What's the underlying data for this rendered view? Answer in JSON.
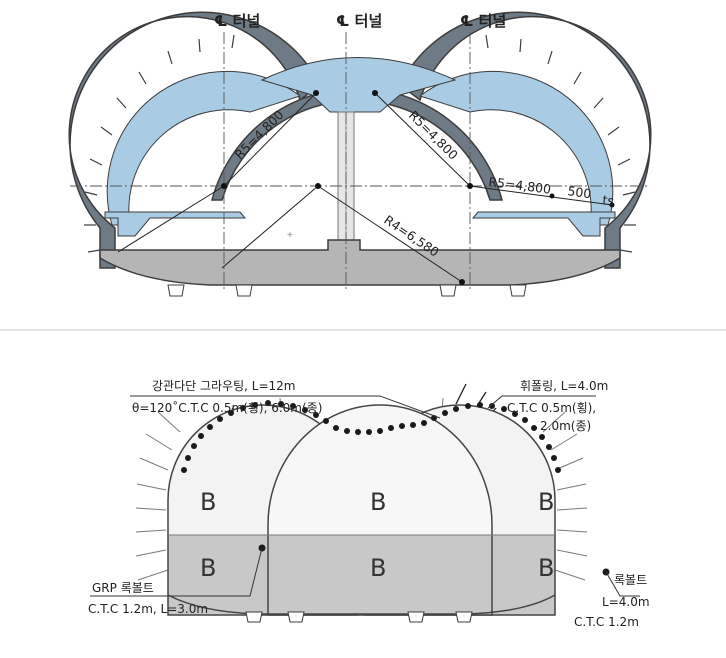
{
  "top_section": {
    "centerline_labels": [
      "℄ 터널",
      "℄ 터널",
      "℄ 터널"
    ],
    "radius_labels": {
      "left": "R5=4,800",
      "center_right": "R5=4,800",
      "right": "R5=4,800",
      "center": "R4=6,580",
      "offset": "500",
      "thickness": "ts"
    },
    "colors": {
      "lining": "#a9cbe3",
      "shell": "#6e7a86",
      "invert": "#b5b5b5",
      "outline": "#3d3d3d"
    }
  },
  "bottom_section": {
    "zone_labels": [
      "B",
      "B",
      "B",
      "B",
      "B",
      "B"
    ],
    "annotations": {
      "grouting_line1": "강관다단 그라우팅, L=12m",
      "grouting_line2": "θ=120˚C.T.C 0.5m(횡), 6.0m(종)",
      "forepoling_line1": "휘폴링, L=4.0m",
      "forepoling_line2": "C.T.C 0.5m(횡),",
      "forepoling_line3": "2.0m(종)",
      "grp_line1": "GRP 록볼트",
      "grp_line2": "C.T.C 1.2m, L=3.0m",
      "rockbolt_line1": "록볼트",
      "rockbolt_line2": "L=4.0m",
      "rockbolt_line3": "C.T.C 1.2m"
    },
    "colors": {
      "upper_bench": "#f3f3f3",
      "lower_bench": "#c8c8c8",
      "dots": "#1a1a1a"
    }
  }
}
